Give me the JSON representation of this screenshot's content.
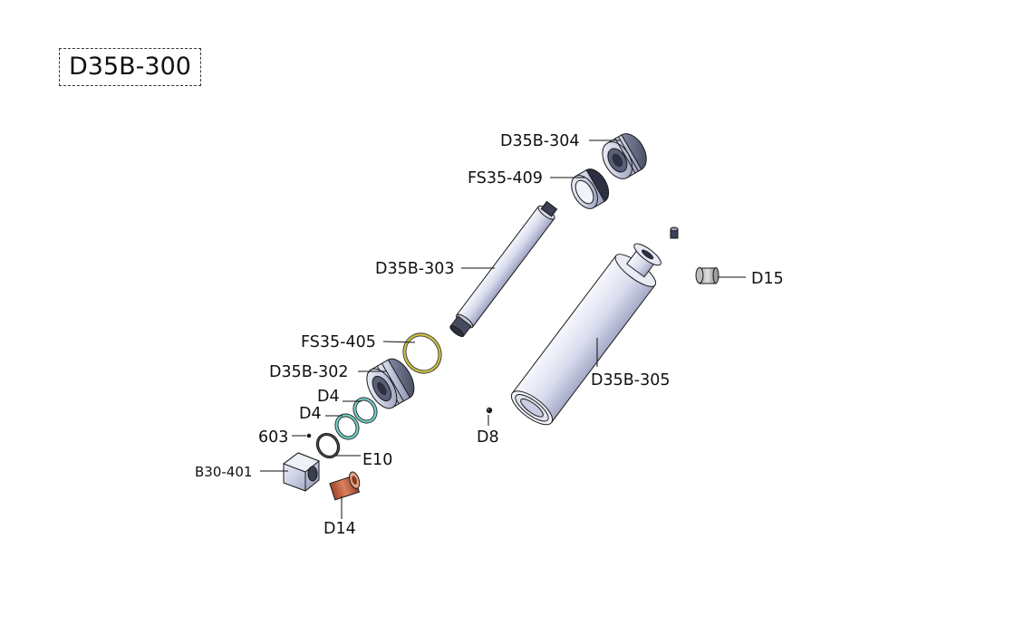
{
  "title": "D35B-300",
  "parts": [
    {
      "id": "D35B-304",
      "label": "D35B-304"
    },
    {
      "id": "FS35-409",
      "label": "FS35-409"
    },
    {
      "id": "D35B-303",
      "label": "D35B-303"
    },
    {
      "id": "D15",
      "label": "D15"
    },
    {
      "id": "FS35-405",
      "label": "FS35-405"
    },
    {
      "id": "D35B-302",
      "label": "D35B-302"
    },
    {
      "id": "D35B-305",
      "label": "D35B-305"
    },
    {
      "id": "D4a",
      "label": "D4"
    },
    {
      "id": "D4b",
      "label": "D4"
    },
    {
      "id": "603",
      "label": "603"
    },
    {
      "id": "D8",
      "label": "D8"
    },
    {
      "id": "E10",
      "label": "E10"
    },
    {
      "id": "B30-401",
      "label": "B30-401"
    },
    {
      "id": "D14",
      "label": "D14"
    }
  ]
}
